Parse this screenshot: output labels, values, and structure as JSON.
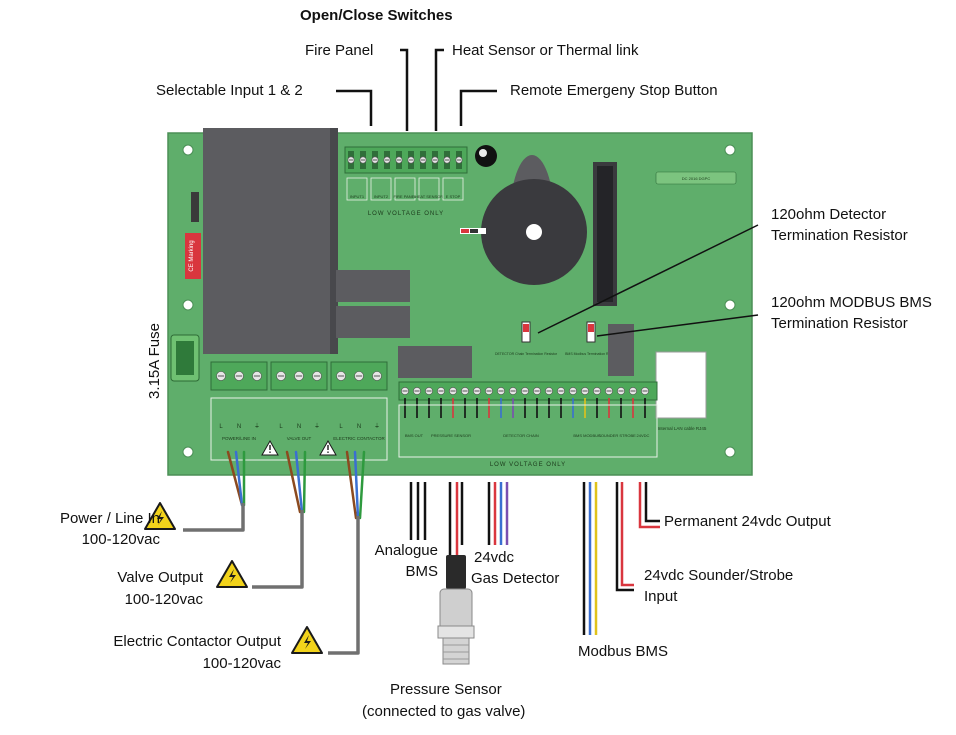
{
  "labels": {
    "switches_title": "Open/Close Switches",
    "fire_panel": "Fire Panel",
    "heat_sensor": "Heat Sensor or Thermal link",
    "selectable_input": "Selectable Input 1 & 2",
    "remote_stop": "Remote Emergeny Stop Button",
    "detector_resistor_1": "120ohm Detector",
    "detector_resistor_2": "Termination Resistor",
    "modbus_resistor_1": "120ohm MODBUS BMS",
    "modbus_resistor_2": "Termination Resistor",
    "fuse": "3.15A Fuse",
    "power_line_1": "Power / Line In",
    "power_line_2": "100-120vac",
    "valve_output_1": "Valve Output",
    "valve_output_2": "100-120vac",
    "contactor_output_1": "Electric Contactor Output",
    "contactor_output_2": "100-120vac",
    "analogue_bms_1": "Analogue",
    "analogue_bms_2": "BMS",
    "gas_detector_1": "24vdc",
    "gas_detector_2": "Gas Detector",
    "pressure_sensor_1": "Pressure Sensor",
    "pressure_sensor_2": "(connected to gas valve)",
    "modbus_bms": "Modbus BMS",
    "sounder_strobe_1": "24vdc Sounder/Strobe",
    "sounder_strobe_2": "Input",
    "permanent_24vdc": "Permanent 24vdc Output"
  },
  "board": {
    "low_voltage_top": "LOW VOLTAGE ONLY",
    "low_voltage_bottom": "LOW VOLTAGE ONLY",
    "input_labels": [
      "INPUT1",
      "INPUT2",
      "FIRE PANEL",
      "HEAT SENSOR",
      "E STOP"
    ],
    "mains_groups": [
      "POWER/LINE IN",
      "VALVE OUT",
      "ELECTRIC CONTACTOR"
    ],
    "lnearth": [
      "L",
      "N",
      "⏚"
    ],
    "low_groups": [
      "BMS OUT",
      "PRESSURE SENSOR",
      "DETECTOR CHAIN",
      "BMS MODBUS",
      "SOUNDER STROBE",
      "24VDC"
    ],
    "lan_label": "Internal LAN cable RJ45",
    "ce_marking": "CE Marking",
    "detector_term_small": "DETECTOR Chain Termination Resistor",
    "modbus_term_small": "BMS Modbus Termination Resistor"
  },
  "colors": {
    "pcb": "#5fae6b",
    "relay": "#5c5c60",
    "terminal": "#4ea85a",
    "hazard": "#f2d31b"
  },
  "icons": [
    "warning-triangle-icon"
  ]
}
